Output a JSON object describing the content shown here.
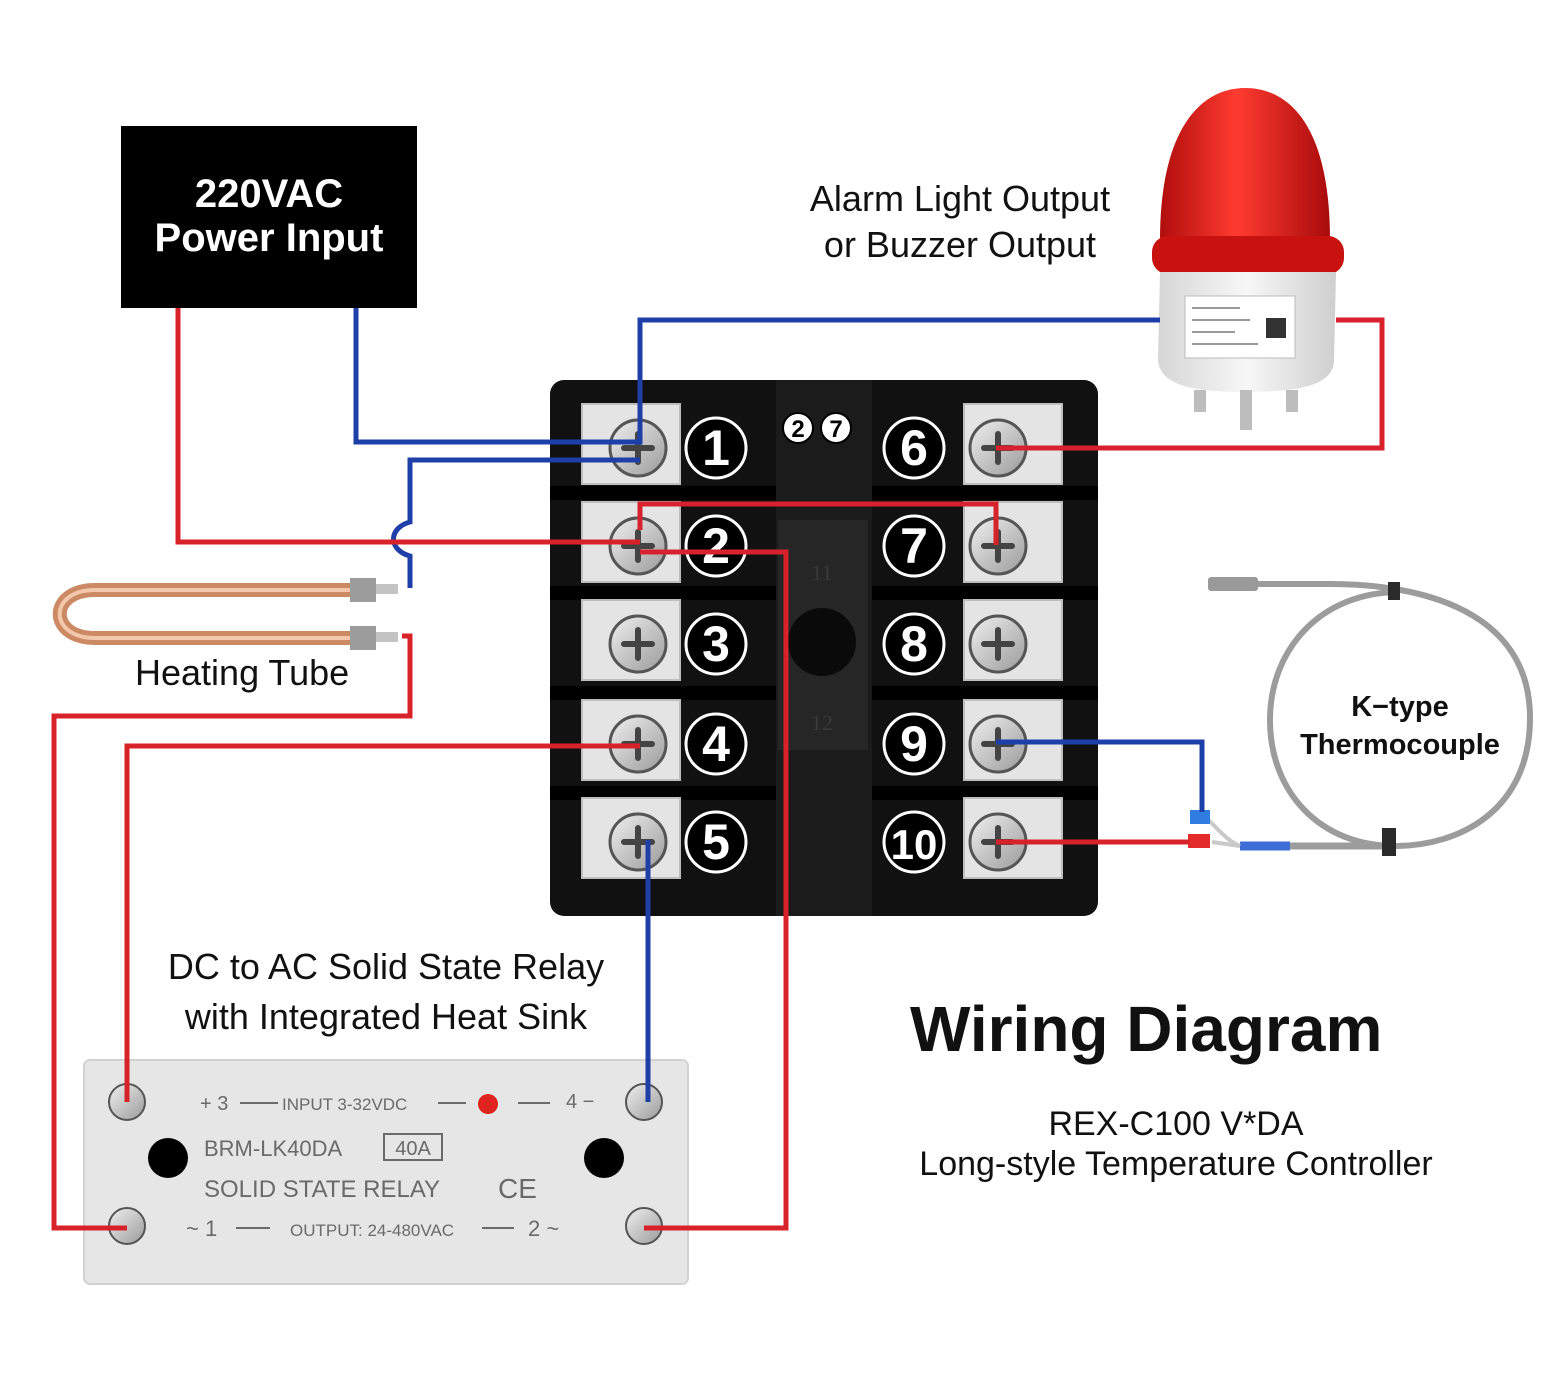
{
  "title": "Wiring Diagram",
  "subtitle_model": "REX-C100 V*DA",
  "subtitle_desc": "Long-style Temperature Controller",
  "power": {
    "line1": "220VAC",
    "line2": "Power Input"
  },
  "alarm": {
    "line1": "Alarm Light Output",
    "line2": "or Buzzer Output"
  },
  "heating_tube": "Heating Tube",
  "ssr": {
    "line1": "DC to AC Solid State Relay",
    "line2": "with Integrated Heat Sink",
    "input_left": "+ 3",
    "input_text": "INPUT 3-32VDC",
    "input_right": "4 −",
    "model": "BRM-LK40DA",
    "rating": "40A",
    "name": "SOLID STATE RELAY",
    "ce": "CE",
    "output_left": "~ 1",
    "output_text": "OUTPUT: 24-480VAC",
    "output_right": "2 ~"
  },
  "thermocouple": {
    "line1": "K−type",
    "line2": "Thermocouple"
  },
  "controller": {
    "left_terminals": [
      "1",
      "2",
      "3",
      "4",
      "5"
    ],
    "right_terminals": [
      "6",
      "7",
      "8",
      "9",
      "10"
    ],
    "center_marks": [
      "2",
      "7"
    ],
    "center_labels": [
      "11",
      "12"
    ]
  },
  "colors": {
    "live": "#d8222a",
    "neutral": "#1f3fa8",
    "housing": "#111111",
    "alarm_lamp": "#e01818"
  }
}
